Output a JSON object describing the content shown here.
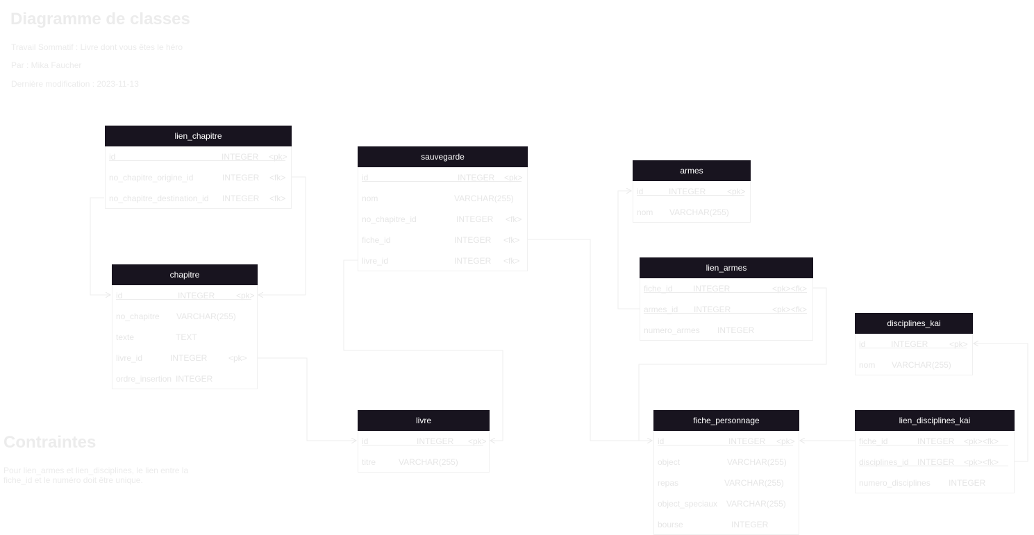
{
  "header": {
    "title": "Diagramme de classes",
    "subtitle": "Travail Sommatif :  Livre dont vous êtes le héro",
    "author": "Par : Mika Faucher",
    "modified": "Dernière modification : 2023-11-13"
  },
  "constraints": {
    "title": "Contraintes",
    "text": "Pour lien_armes et lien_disciplines, le lien entre la fiche_id et le numéro doit être unique."
  },
  "colors": {
    "header_bg": "#18141f",
    "header_text": "#ffffff",
    "faded_text": "#e6e6e6",
    "border": "#f0f0f0"
  },
  "entities": {
    "lien_chapitre": {
      "name": "lien_chapitre",
      "rows": [
        [
          "id",
          "INTEGER",
          "<pk>"
        ],
        [
          "no_chapitre_origine_id",
          "INTEGER",
          "<fk>"
        ],
        [
          "no_chapitre_destination_id",
          "INTEGER",
          "<fk>"
        ]
      ]
    },
    "sauvegarde": {
      "name": "sauvegarde",
      "rows": [
        [
          "id",
          "INTEGER",
          "<pk>"
        ],
        [
          "nom",
          "VARCHAR(255)",
          ""
        ],
        [
          "no_chapitre_id",
          "INTEGER",
          "<fk>"
        ],
        [
          "fiche_id",
          "INTEGER",
          "<fk>"
        ],
        [
          "livre_id",
          "INTEGER",
          "<fk>"
        ]
      ]
    },
    "armes": {
      "name": "armes",
      "rows": [
        [
          "id",
          "INTEGER",
          "<pk>"
        ],
        [
          "nom",
          "VARCHAR(255)",
          ""
        ]
      ]
    },
    "lien_armes": {
      "name": "lien_armes",
      "rows": [
        [
          "fiche_id",
          "INTEGER",
          "<pk><fk>"
        ],
        [
          "armes_id",
          "INTEGER",
          "<pk><fk>"
        ],
        [
          "numero_armes",
          "INTEGER",
          ""
        ]
      ]
    },
    "chapitre": {
      "name": "chapitre",
      "rows": [
        [
          "id",
          "INTEGER",
          "<pk>"
        ],
        [
          "no_chapitre",
          "VARCHAR(255)",
          ""
        ],
        [
          "texte",
          "TEXT",
          ""
        ],
        [
          "livre_id",
          "INTEGER",
          "<pk>"
        ],
        [
          "ordre_insertion",
          "INTEGER",
          ""
        ]
      ]
    },
    "disciplines_kai": {
      "name": "disciplines_kai",
      "rows": [
        [
          "id",
          "INTEGER",
          "<pk>"
        ],
        [
          "nom",
          "VARCHAR(255)",
          ""
        ]
      ]
    },
    "livre": {
      "name": "livre",
      "rows": [
        [
          "id",
          "INTEGER",
          "<pk>"
        ],
        [
          "titre",
          "VARCHAR(255)",
          ""
        ]
      ]
    },
    "fiche_personnage": {
      "name": "fiche_personnage",
      "rows": [
        [
          "id",
          "INTEGER",
          "<pk>"
        ],
        [
          "object",
          "VARCHAR(255)",
          ""
        ],
        [
          "repas",
          "VARCHAR(255)",
          ""
        ],
        [
          "object_speciaux",
          "VARCHAR(255)",
          ""
        ],
        [
          "bourse",
          "INTEGER",
          ""
        ]
      ]
    },
    "lien_disciplines_kai": {
      "name": "lien_disciplines_kai",
      "rows": [
        [
          "fiche_id",
          "INTEGER",
          "<pk><fk>"
        ],
        [
          "disciplines_id",
          "INTEGER",
          "<pk><fk>"
        ],
        [
          "numero_disciplines",
          "INTEGER",
          ""
        ]
      ]
    }
  }
}
